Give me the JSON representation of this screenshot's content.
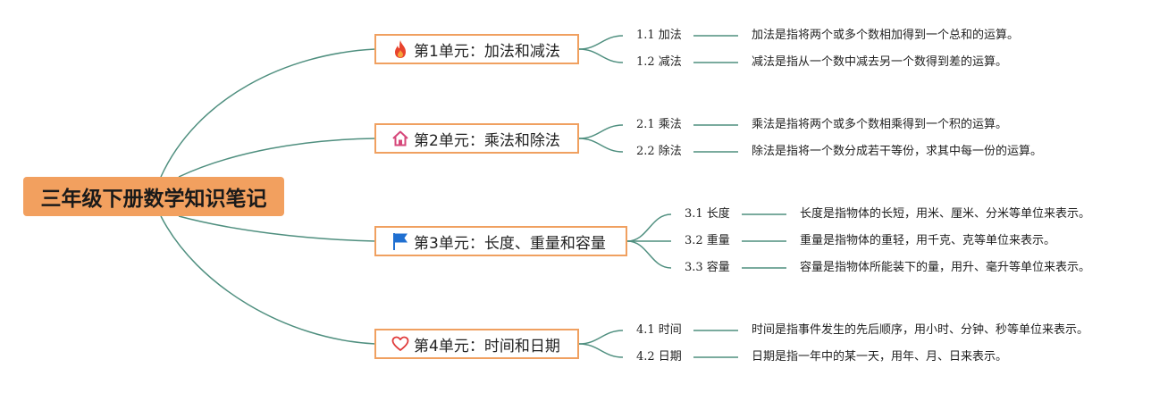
{
  "title": "三年级下册数学知识笔记",
  "colors": {
    "root_fill": "#f2a05f",
    "unit_border": "#f0a060",
    "connector": "#4f8f7f"
  },
  "units": [
    {
      "icon": "fire-icon",
      "label": "第1单元：加法和减法",
      "items": [
        {
          "label": "1.1 加法",
          "desc": "加法是指将两个或多个数相加得到一个总和的运算。"
        },
        {
          "label": "1.2 减法",
          "desc": "减法是指从一个数中减去另一个数得到差的运算。"
        }
      ]
    },
    {
      "icon": "home-icon",
      "label": "第2单元：乘法和除法",
      "items": [
        {
          "label": "2.1 乘法",
          "desc": "乘法是指将两个或多个数相乘得到一个积的运算。"
        },
        {
          "label": "2.2 除法",
          "desc": "除法是指将一个数分成若干等份，求其中每一份的运算。"
        }
      ]
    },
    {
      "icon": "flag-icon",
      "label": "第3单元：长度、重量和容量",
      "items": [
        {
          "label": "3.1 长度",
          "desc": "长度是指物体的长短，用米、厘米、分米等单位来表示。"
        },
        {
          "label": "3.2 重量",
          "desc": "重量是指物体的重轻，用千克、克等单位来表示。"
        },
        {
          "label": "3.3 容量",
          "desc": "容量是指物体所能装下的量，用升、毫升等单位来表示。"
        }
      ]
    },
    {
      "icon": "heart-icon",
      "label": "第4单元：时间和日期",
      "items": [
        {
          "label": "4.1 时间",
          "desc": "时间是指事件发生的先后顺序，用小时、分钟、秒等单位来表示。"
        },
        {
          "label": "4.2 日期",
          "desc": "日期是指一年中的某一天，用年、月、日来表示。"
        }
      ]
    }
  ]
}
